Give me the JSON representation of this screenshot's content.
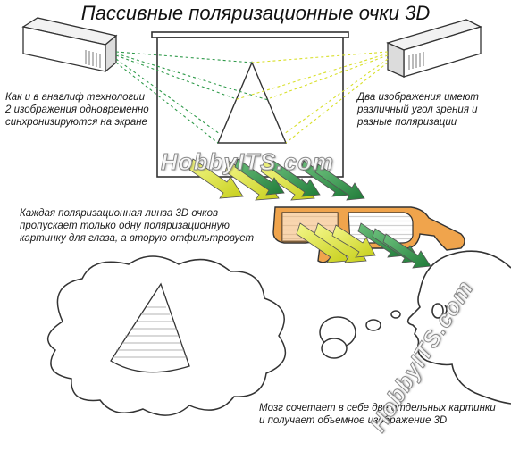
{
  "title": "Пассивные поляризационные очки 3D",
  "labels": {
    "left_caption": [
      "Как и в анаглиф технологии",
      "2 изображения одновременно",
      "синхронизируются на экране"
    ],
    "right_caption": [
      "Два изображения имеют",
      "различный угол зрения и",
      "разные поляризации"
    ],
    "lens_caption": [
      "Каждая поляризационная линза 3D очков",
      "пропускает только одну поляризационную",
      "картинку для глаза, а вторую отфильтровует"
    ],
    "brain_caption": [
      "Мозг сочетает в себе две отдельных картинки",
      "и получает объемное изображение 3D"
    ]
  },
  "watermarks": {
    "center": "HobbyITS.com",
    "corner": "HobbyITS.com"
  },
  "colors": {
    "yellow_beam": "#d8df2a",
    "green_beam": "#2f9a4a",
    "lens_orange": "#f0a44c",
    "frame_orange": "#e6782a",
    "outline": "#333333"
  },
  "icons": {
    "left_projector": "projector-icon",
    "right_projector": "projector-icon",
    "screen": "screen-icon",
    "glasses": "glasses-icon",
    "head": "head-silhouette-icon",
    "thought_cloud": "thought-cloud-icon",
    "cone": "cone-icon"
  }
}
